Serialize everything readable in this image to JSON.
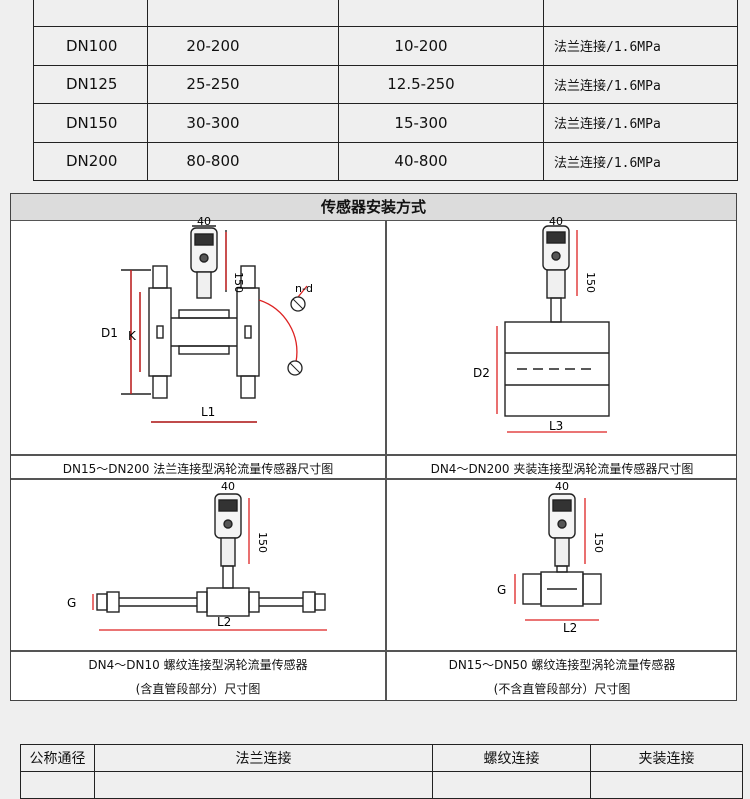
{
  "spec_table": {
    "rows": [
      {
        "dn": "DN100",
        "range1": "20-200",
        "range2": "10-200",
        "conn": "法兰连接/1.6MPa"
      },
      {
        "dn": "DN125",
        "range1": "25-250",
        "range2": "12.5-250",
        "conn": "法兰连接/1.6MPa"
      },
      {
        "dn": "DN150",
        "range1": "30-300",
        "range2": "15-300",
        "conn": "法兰连接/1.6MPa"
      },
      {
        "dn": "DN200",
        "range1": "80-800",
        "range2": "40-800",
        "conn": "法兰连接/1.6MPa"
      }
    ]
  },
  "install": {
    "title": "传感器安装方式",
    "diagrams": [
      {
        "caption": "DN15～DN200 法兰连接型涡轮流量传感器尺寸图",
        "labels": {
          "width": "40",
          "height": "150",
          "holes": "n-d",
          "d1": "D1",
          "k": "K",
          "l1": "L1"
        }
      },
      {
        "caption": "DN4～DN200 夹装连接型涡轮流量传感器尺寸图",
        "labels": {
          "width": "40",
          "height": "150",
          "d2": "D2",
          "l3": "L3"
        }
      },
      {
        "caption": "DN4～DN10 螺纹连接型涡轮流量传感器",
        "caption2": "(含直管段部分）尺寸图",
        "labels": {
          "width": "40",
          "height": "150",
          "g": "G",
          "l2": "L2"
        }
      },
      {
        "caption": "DN15～DN50 螺纹连接型涡轮流量传感器",
        "caption2": "(不含直管段部分）尺寸图",
        "labels": {
          "width": "40",
          "height": "150",
          "g": "G",
          "l2": "L2"
        }
      }
    ]
  },
  "bottom_table": {
    "header": [
      "公称通径",
      "法兰连接",
      "螺纹连接",
      "夹装连接"
    ]
  }
}
